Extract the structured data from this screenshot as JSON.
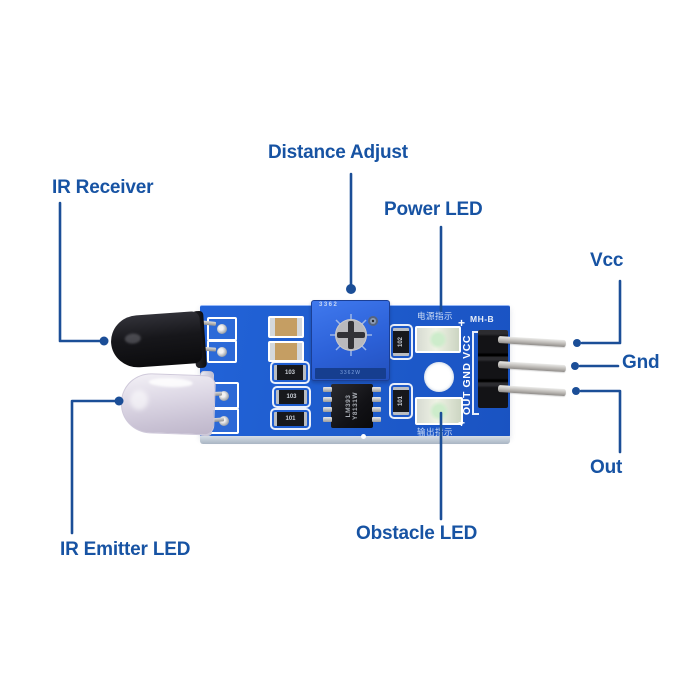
{
  "labels": {
    "ir_receiver": "IR Receiver",
    "distance_adjust": "Distance Adjust",
    "power_led": "Power LED",
    "vcc": "Vcc",
    "gnd": "Gnd",
    "out": "Out",
    "obstacle_led": "Obstacle LED",
    "ir_emitter_led": "IR Emitter LED"
  },
  "board": {
    "silkscreen": {
      "power_indicator_cn": "电源指示",
      "output_indicator_cn": "输出指示",
      "model": "MH-B",
      "pinout": "OUT GND VCC",
      "plus": "+"
    },
    "components": {
      "pot_label": "3362",
      "pot_band_label": "3362W",
      "ic_label": "LM393",
      "ic_label2": "Y8131W",
      "resistors_left": [
        "103",
        "103",
        "101"
      ],
      "resistors_right": [
        "102",
        "101"
      ]
    }
  },
  "colors": {
    "label_text": "#1753a3",
    "leader_line": "#1b4e97",
    "pcb_blue": "#1e5ccd",
    "pot_blue": "#2c61d8",
    "board_edge": "#aeb9c6",
    "background": "#ffffff"
  }
}
